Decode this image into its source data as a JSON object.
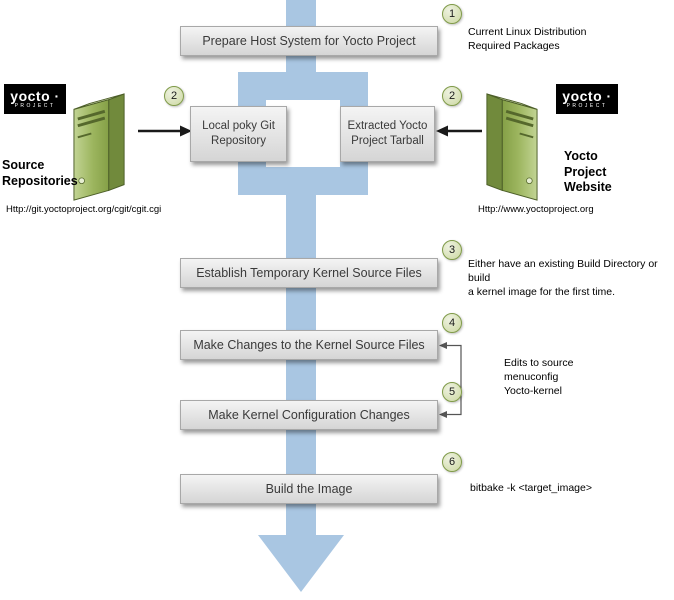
{
  "steps": {
    "s1": {
      "number": "1",
      "label": "Prepare Host System for Yocto Project",
      "notes": [
        "Current Linux Distribution",
        "Required Packages"
      ]
    },
    "s2": {
      "number_left": "2",
      "number_right": "2",
      "left_box": "Local poky Git Repository",
      "right_box": "Extracted Yocto Project Tarball"
    },
    "s3": {
      "number": "3",
      "label": "Establish Temporary Kernel Source Files",
      "notes": [
        "Either have an existing Build Directory or build",
        "a kernel image for the first time."
      ]
    },
    "s4": {
      "number": "4",
      "label": "Make Changes to the Kernel Source Files"
    },
    "s5": {
      "number": "5",
      "label": "Make Kernel Configuration Changes"
    },
    "edit_notes": [
      "Edits to source",
      "menuconfig",
      "Yocto-kernel"
    ],
    "s6": {
      "number": "6",
      "label": "Build the Image",
      "note": "bitbake -k <target_image>"
    }
  },
  "source_repositories": {
    "logo_text": "yocto ·",
    "logo_sub": "PROJECT",
    "title": "Source Repositories",
    "url": "Http://git.yoctoproject.org/cgit/cgit.cgi"
  },
  "yocto_website": {
    "logo_text": "yocto ·",
    "logo_sub": "PROJECT",
    "title": "Yocto Project Website",
    "url": "Http://www.yoctoproject.org"
  },
  "colors": {
    "flow_arrow": "#a9c6e2",
    "badge_fill": "#d7e0b9",
    "badge_border": "#7f9a48",
    "box_gradient_top": "#f4f4f4",
    "box_gradient_bottom": "#d5d5d5",
    "server_green": "#97b254",
    "logo_background": "#000000"
  }
}
